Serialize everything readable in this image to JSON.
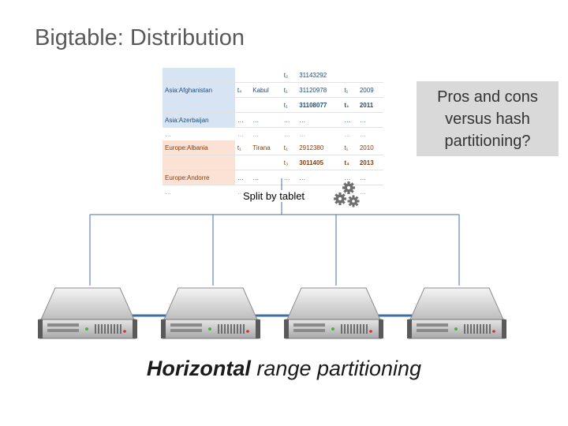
{
  "title": "Bigtable: Distribution",
  "callout": {
    "lines": [
      "Pros and cons",
      "versus hash",
      "partitioning?"
    ]
  },
  "split_label": "Split by tablet",
  "caption": {
    "bold": "Horizontal",
    "rest": " range partitioning"
  },
  "tablet_rows": [
    {
      "kind": "asia",
      "cells": [
        "",
        "",
        "",
        "t₂",
        "31143292",
        "",
        ""
      ]
    },
    {
      "kind": "asia",
      "cells": [
        "Asia:Afghanistan",
        "t₄",
        "Kabul",
        "t₁",
        "31120978",
        "t₁",
        "2009"
      ]
    },
    {
      "kind": "asia",
      "cells": [
        "",
        "",
        "",
        "t₁",
        "31108077",
        "t₁",
        "2011"
      ]
    },
    {
      "kind": "asia",
      "cells": [
        "Asia:Azerbaijan",
        "…",
        "…",
        "…",
        "…",
        "…",
        "…"
      ]
    },
    {
      "kind": "sep",
      "cells": [
        "…",
        "…",
        "…",
        "…",
        "…",
        "…",
        "…"
      ]
    },
    {
      "kind": "eu",
      "cells": [
        "Europe:Albania",
        "t₁",
        "Tirana",
        "t₁",
        "2912380",
        "t₁",
        "2010"
      ]
    },
    {
      "kind": "eu",
      "cells": [
        "",
        "",
        "",
        "t₃",
        "3011405",
        "t₃",
        "2013"
      ]
    },
    {
      "kind": "eu",
      "cells": [
        "Europe:Andorre",
        "…",
        "…",
        "…",
        "…",
        "…",
        "…"
      ]
    },
    {
      "kind": "sep",
      "cells": [
        "…",
        "…",
        "…",
        "…",
        "…",
        "…",
        "…"
      ]
    }
  ],
  "server_count": 4,
  "icons": {
    "gears": "gears-icon",
    "server": "server-icon"
  },
  "colors": {
    "tree_line": "#4a6fa5",
    "server_link": "#3c6e9f",
    "gear": "#6f6f6f"
  }
}
